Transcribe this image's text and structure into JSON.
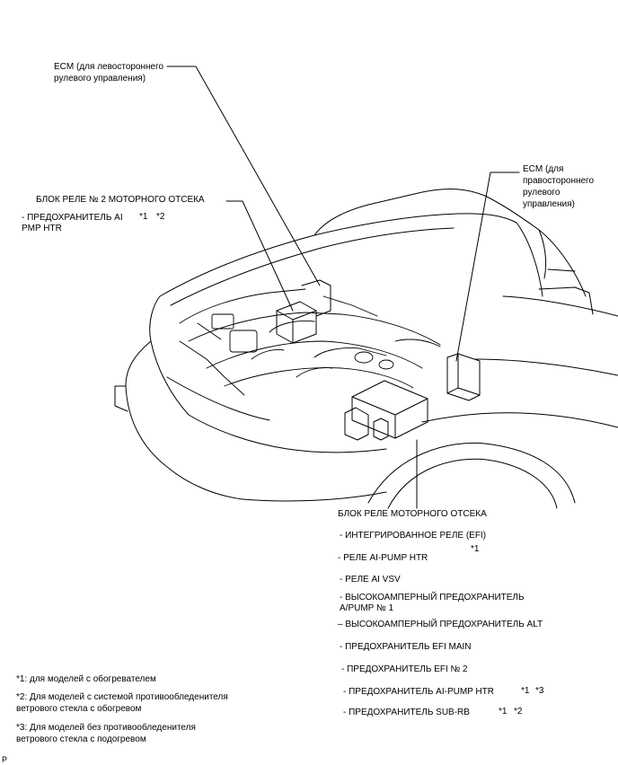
{
  "callouts": {
    "ecm_lhd_line1": "ECM (для левостороннего",
    "ecm_lhd_line2": "рулевого управления)",
    "relay_block2_title": "БЛОК РЕЛЕ № 2 МОТОРНОГО ОТСЕКА",
    "relay_block2_item1a": "- ПРЕДОХРАНИТЕЛЬ AI",
    "relay_block2_item1b": "PMP HTR",
    "relay_block2_item1_n1": "*1",
    "relay_block2_item1_n2": "*2",
    "ecm_rhd_line1": "ECM (для",
    "ecm_rhd_line2": "правостороннего",
    "ecm_rhd_line3": "рулевого",
    "ecm_rhd_line4": "управления)"
  },
  "relay_block": {
    "title": "БЛОК РЕЛЕ МОТОРНОГО ОТСЕКА",
    "items": [
      "- ИНТЕГРИРОВАННОЕ РЕЛЕ (EFI)",
      "- РЕЛЕ AI-PUMP HTR",
      "- РЕЛЕ AI VSV",
      "- ВЫСОКОАМПЕРНЫЙ ПРЕДОХРАНИТЕЛЬ",
      "A/PUMP № 1",
      "– ВЫСОКОАМПЕРНЫЙ ПРЕДОХРАНИТЕЛЬ ALT",
      "- ПРЕДОХРАНИТЕЛЬ EFI MAIN",
      "- ПРЕДОХРАНИТЕЛЬ EFI № 2",
      "- ПРЕДОХРАНИТЕЛЬ AI-PUMP HTR",
      "- ПРЕДОХРАНИТЕЛЬ SUB-RB"
    ],
    "marks": {
      "aipump_relay_n1": "*1",
      "aipump_fuse_n1": "*1",
      "aipump_fuse_n3": "*3",
      "subrb_n1": "*1",
      "subrb_n2": "*2"
    }
  },
  "footnotes": {
    "n1": "*1: для моделей с обогревателем",
    "n2_line1": "*2: Для моделей с системой противообледенителя",
    "n2_line2": "ветрового стекла с обогревом",
    "n3_line1": "*3: Для моделей без противообледенителя",
    "n3_line2": "ветрового стекла с подогревом"
  },
  "corner_mark": "P"
}
